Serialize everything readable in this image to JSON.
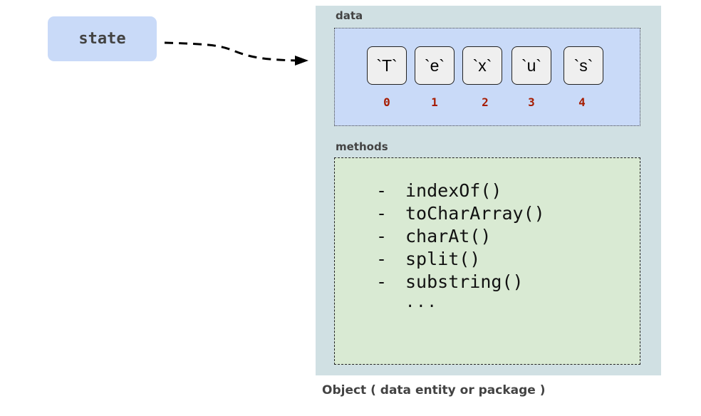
{
  "state": {
    "label": "state"
  },
  "object": {
    "caption": "Object ( data entity or package )",
    "panel_color": "#d0e0e3",
    "data": {
      "label": "data",
      "box_color": "#c9daf8",
      "cells": [
        {
          "char": "`T`",
          "index": "0"
        },
        {
          "char": "`e`",
          "index": "1"
        },
        {
          "char": "`x`",
          "index": "2"
        },
        {
          "char": "`u`",
          "index": "3"
        },
        {
          "char": "`s`",
          "index": "4"
        }
      ],
      "index_color": "#a61c00"
    },
    "methods": {
      "label": "methods",
      "box_color": "#d9ead3",
      "bullet": "-",
      "items": [
        "indexOf()",
        "toCharArray()",
        "charAt()",
        "split()",
        "substring()"
      ],
      "more": "..."
    }
  },
  "arrow": {
    "from": "state",
    "to": "object",
    "style": "dashed"
  }
}
